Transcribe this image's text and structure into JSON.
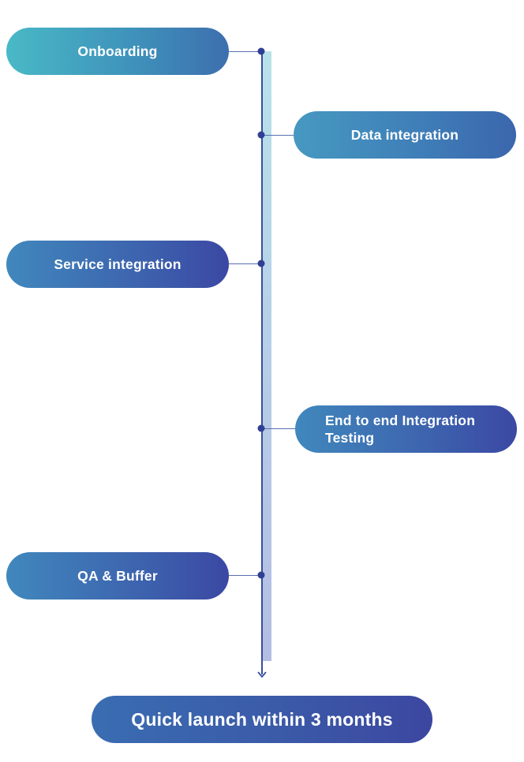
{
  "milestones": [
    {
      "label": "Onboarding"
    },
    {
      "label": "Data integration"
    },
    {
      "label": "Service integration"
    },
    {
      "label": "End to end Integration Testing"
    },
    {
      "label": "QA & Buffer"
    }
  ],
  "outcome": {
    "label": "Quick launch within 3 months"
  },
  "colors": {
    "teal": "#49b9c6",
    "blue": "#3d63ae",
    "indigo": "#3b48a3",
    "axis": "#3b4f9c",
    "bar": "#b8e2ea"
  }
}
